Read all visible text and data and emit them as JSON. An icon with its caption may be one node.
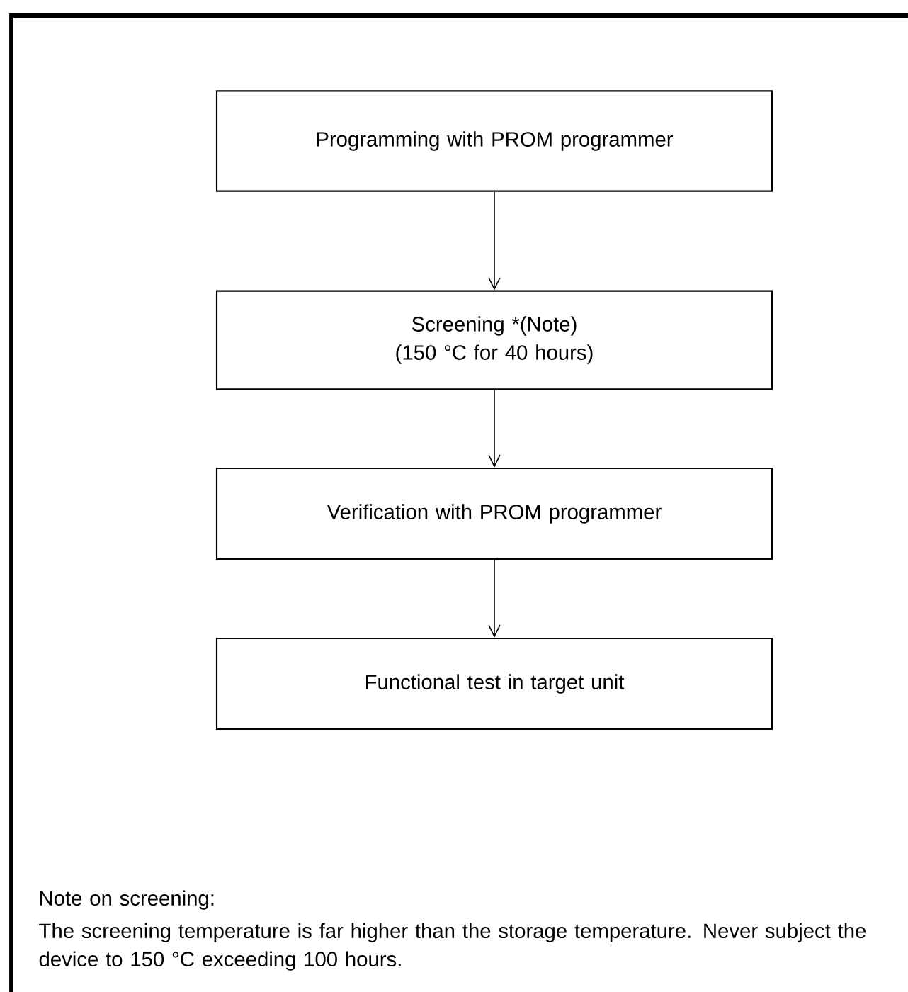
{
  "diagram": {
    "nodes": [
      {
        "text": [
          "Programming with PROM programmer"
        ]
      },
      {
        "text": [
          "Screening *(Note) (150 °C for 40 hours)"
        ]
      },
      {
        "text": [
          "Verification with PROM programmer"
        ]
      },
      {
        "text": [
          "Functional test in target unit"
        ]
      }
    ],
    "edges": [
      {
        "from": 0,
        "to": 1,
        "arrow": "to"
      },
      {
        "from": 1,
        "to": 2,
        "arrow": "to"
      },
      {
        "from": 2,
        "to": 3,
        "arrow": "to"
      }
    ],
    "labels": [
      "Note on screening:",
      "The screening temperature is far higher than the storage temperature. Never subject the device to 150 °C exceeding 100 hours."
    ]
  }
}
